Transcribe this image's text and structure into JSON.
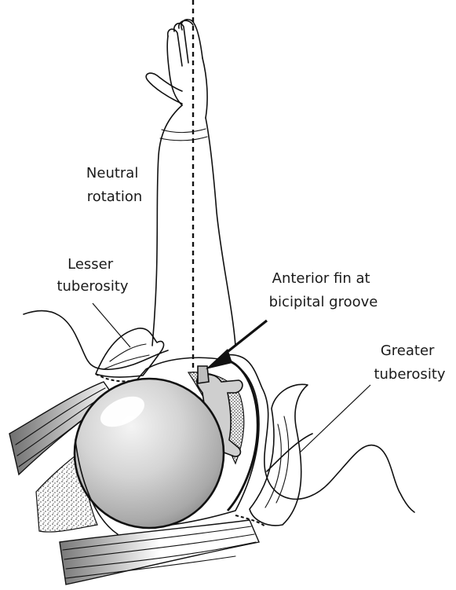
{
  "labels": {
    "neutral_rotation": [
      "Neutral",
      "rotation"
    ],
    "lesser_tuberosity": [
      "Lesser",
      "tuberosity"
    ],
    "anterior_fin": [
      "Anterior fin at",
      "bicipital groove"
    ],
    "greater_tuberosity": [
      "Greater",
      "tuberosity"
    ]
  },
  "colors": {
    "line": "#111111",
    "humeral_head": "#d9d9d9",
    "muscle_shade": "#8a8a8a"
  }
}
